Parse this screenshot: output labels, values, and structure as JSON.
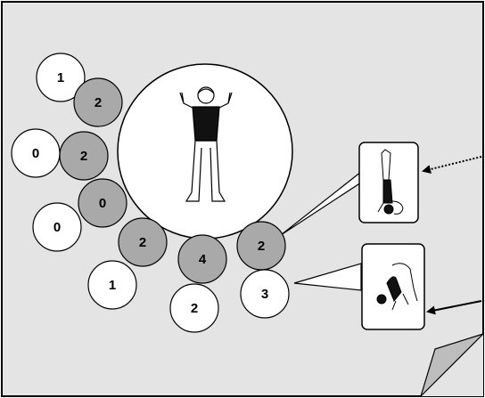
{
  "diagram": {
    "colors": {
      "panel": "#e4e4e4",
      "white_node": "#ffffff",
      "shaded_node": "#a9a9a9",
      "stroke": "#000000",
      "page_curl": "#bdbdbd"
    },
    "nodes": [
      {
        "id": "n1",
        "label": "1",
        "shade": "white"
      },
      {
        "id": "n2",
        "label": "2",
        "shade": "shaded"
      },
      {
        "id": "n3",
        "label": "0",
        "shade": "white"
      },
      {
        "id": "n4",
        "label": "2",
        "shade": "shaded"
      },
      {
        "id": "n5",
        "label": "0",
        "shade": "shaded"
      },
      {
        "id": "n6",
        "label": "0",
        "shade": "white"
      },
      {
        "id": "n7",
        "label": "2",
        "shade": "shaded"
      },
      {
        "id": "n8",
        "label": "1",
        "shade": "white"
      },
      {
        "id": "n9",
        "label": "4",
        "shade": "shaded"
      },
      {
        "id": "n10",
        "label": "2",
        "shade": "white"
      },
      {
        "id": "n11",
        "label": "2",
        "shade": "shaded"
      },
      {
        "id": "n12",
        "label": "3",
        "shade": "white"
      }
    ],
    "center_figure": "standing-person-icon",
    "callouts": [
      {
        "id": "callout-1",
        "from": "n11",
        "icon": "handstand-pose-icon",
        "arrow": "dotted"
      },
      {
        "id": "callout-2",
        "from": "n12",
        "icon": "backbend-pose-icon",
        "arrow": "solid"
      }
    ]
  }
}
